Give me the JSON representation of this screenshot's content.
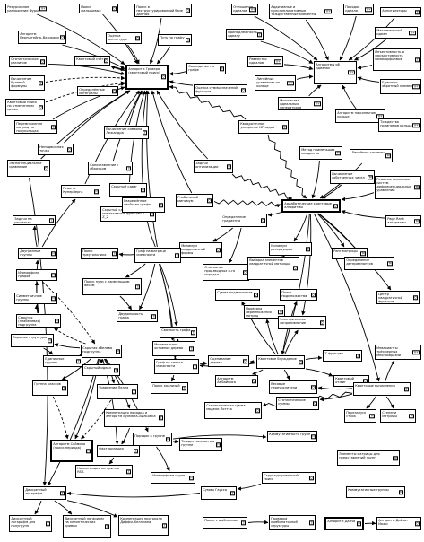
{
  "nodes": [
    {
      "id": "fourier",
      "label": "Рекурсивное разложение Фурье",
      "tag": "A+"
    },
    {
      "id": "fake_coins",
      "label": "Поиск фальшивых монет",
      "tag": "Q"
    },
    {
      "id": "unstructured",
      "label": "Поиск в неструктурированной базе данных",
      "tag": "Q"
    },
    {
      "id": "ideal_rel",
      "label": "Отношения идеалов",
      "tag": "A+"
    },
    {
      "id": "additive",
      "label": "Аддитивные и мультипликативные тождественные элементы",
      "tag": "A+"
    },
    {
      "id": "ideal_order",
      "label": "Порядок идеала",
      "tag": "A+"
    },
    {
      "id": "annihilators",
      "label": "Аннигиляторы",
      "tag": "Z"
    },
    {
      "id": "bernstein",
      "label": "Алгоритм Бернштейна–Вазирани",
      "tag": "Q"
    },
    {
      "id": "amplitude",
      "label": "Оценка амплитуды",
      "tag": "Q"
    },
    {
      "id": "graph_path",
      "label": "Путь по графу",
      "tag": "S"
    },
    {
      "id": "ideal_member",
      "label": "Принадлежность идеалу",
      "tag": "Z"
    },
    {
      "id": "max_ideal",
      "label": "Максимальный идеал",
      "tag": "A+"
    },
    {
      "id": "stat_diff",
      "label": "Статистическое различие",
      "tag": "Q"
    },
    {
      "id": "qcount",
      "label": "Квантовый счёт",
      "tag": "Q"
    },
    {
      "id": "grover",
      "label": "Алгоритм Гровера (квантовый поиск)",
      "tag": "Q"
    },
    {
      "id": "graph_match",
      "label": "Совпадение на графе",
      "tag": "S"
    },
    {
      "id": "ideal_algos",
      "label": "Алгоритмы об идеалах",
      "tag": "A+"
    },
    {
      "id": "ideal_equality",
      "label": "Равенство идеалов",
      "tag": "A+"
    },
    {
      "id": "injectivity",
      "label": "Инъективность и сюръективность гомоморфизмов",
      "tag": "Z"
    },
    {
      "id": "bool_formula",
      "label": "Вычисление булевой формулы",
      "tag": "Q"
    },
    {
      "id": "def_integrals",
      "label": "Определённые интегралы",
      "tag": "Q"
    },
    {
      "id": "amp_sum",
      "label": "Оценка суммы значений функции",
      "tag": "Q"
    },
    {
      "id": "linear_eq",
      "label": "Линейные уравнения на кольце",
      "tag": "A+"
    },
    {
      "id": "inverse_elem",
      "label": "Единицы: обратный элемент",
      "tag": "A+"
    },
    {
      "id": "quantum_walk_search",
      "label": "Квантовый поиск по отмеченным целям",
      "tag": "Q"
    },
    {
      "id": "gen_set",
      "label": "Множества идеальных генераторов",
      "tag": "A+"
    },
    {
      "id": "finite_ring",
      "label": "Алгоритм на конечном кольце",
      "tag": "A+"
    },
    {
      "id": "matrix_mult",
      "label": "Перемножение матриц на полукольцах",
      "tag": "S"
    },
    {
      "id": "quad_np",
      "label": "Квадратичное ускорение NP задач",
      "tag": "Q"
    },
    {
      "id": "legendre",
      "label": "Вычисление символа Лежандра",
      "tag": "Z"
    },
    {
      "id": "poly_identity",
      "label": "Тождество полиномов кольца",
      "tag": "A+"
    },
    {
      "id": "fixed_point",
      "label": "Неподвижная точка",
      "tag": "Q"
    },
    {
      "id": "least_squares",
      "label": "Метод наименьших квадратов",
      "tag": "M"
    },
    {
      "id": "linear_systems",
      "label": "Линейные системы",
      "tag": "M"
    },
    {
      "id": "exp_compare",
      "label": "Экспоненциальное сравнение",
      "tag": "Q"
    },
    {
      "id": "pattern_match",
      "label": "Сопоставление с образцом",
      "tag": "S"
    },
    {
      "id": "opt_tasks",
      "label": "Задачи оптимизации",
      "tag": "Q"
    },
    {
      "id": "eigen",
      "label": "Вычисление собственных чисел",
      "tag": "M"
    },
    {
      "id": "kuperberg",
      "label": "Решето Куперберга",
      "tag": "H"
    },
    {
      "id": "hidden_shift",
      "label": "Скрытый сдвиг",
      "tag": "H"
    },
    {
      "id": "ode",
      "label": "Решение линейных систем дифференциальных уравнений",
      "tag": "M"
    },
    {
      "id": "lattice",
      "label": "Задачи на решётках",
      "tag": "L"
    },
    {
      "id": "hidden_shift_func",
      "label": "Скрытый сдвиг для инъективных функций в Z_2",
      "tag": "H"
    },
    {
      "id": "graph_sep",
      "label": "Разрежённое свойство графа",
      "tag": "S"
    },
    {
      "id": "global_min",
      "label": "Глобальный минимум",
      "tag": "Q"
    },
    {
      "id": "adiabatic",
      "label": "Адиабатические квантовые алгоритмы",
      "tag": "Q"
    },
    {
      "id": "pagerank",
      "label": "Page Rank алгоритмы",
      "tag": "M"
    },
    {
      "id": "dihedral",
      "label": "Двугранные группы",
      "tag": "H"
    },
    {
      "id": "grad_def",
      "label": "Определение градиента",
      "tag": "Q"
    },
    {
      "id": "rank_matrix",
      "label": "Ранг матрицы",
      "tag": "M"
    },
    {
      "id": "min_quad",
      "label": "Минимум квадратичной формы",
      "tag": "Q"
    },
    {
      "id": "min_res",
      "label": "Минимум резервуаров",
      "tag": "Q"
    },
    {
      "id": "det",
      "label": "Определение детерминантов",
      "tag": "M"
    },
    {
      "id": "graph_isomorph",
      "label": "Изоморфизм графов",
      "tag": "H"
    },
    {
      "id": "triangle",
      "label": "Поиск треугольника",
      "tag": "S"
    },
    {
      "id": "graph_adj_matrix",
      "label": "Граф на матрице смежности",
      "tag": "S"
    },
    {
      "id": "nonsmooth",
      "label": "Отыскание производных n-го порядка",
      "tag": "Q"
    },
    {
      "id": "elem_select",
      "label": "Выборка элементов квадратичной матрицы",
      "tag": "Q"
    },
    {
      "id": "shortest_path",
      "label": "Поиск пути с наименьшим весом",
      "tag": "S"
    },
    {
      "id": "sym_groups",
      "label": "Симметричные группы",
      "tag": "H"
    },
    {
      "id": "sum_subsets",
      "label": "Сумма подмножеств",
      "tag": "Q"
    },
    {
      "id": "subset_search",
      "label": "Поиск подмножества",
      "tag": "Q"
    },
    {
      "id": "hidden_subgroup_nonab",
      "label": "Скрытая (неабелевая) подгруппа",
      "tag": "H"
    },
    {
      "id": "matrix_mult_check",
      "label": "Проверка перемножения матриц",
      "tag": "M"
    },
    {
      "id": "center_func",
      "label": "Центр квадратичной функции",
      "tag": "Q"
    },
    {
      "id": "graph_bip",
      "label": "Двудольность графа",
      "tag": "S"
    },
    {
      "id": "hidden_structures",
      "label": "Скрытые структуры",
      "tag": "H"
    },
    {
      "id": "elec_resistance",
      "label": "Электрическое сопротивление",
      "tag": "Q"
    },
    {
      "id": "conn_graph",
      "label": "Связность графа",
      "tag": "S"
    },
    {
      "id": "min_span",
      "label": "Минимальное остовное дерево",
      "tag": "S"
    },
    {
      "id": "hidden_abelian",
      "label": "Скрытая абелева подгруппа",
      "tag": "H"
    },
    {
      "id": "z_func",
      "label": "Z-функции",
      "tag": "Z"
    },
    {
      "id": "qwalk",
      "label": "Квантовое блуждание",
      "tag": "Q"
    },
    {
      "id": "invariants",
      "label": "Инварианты трёхмерных многообразий",
      "tag": "A+"
    },
    {
      "id": "unit_group",
      "label": "Единичные группы",
      "tag": "Z"
    },
    {
      "id": "hidden_ideal",
      "label": "Скрытый идеал",
      "tag": "Z"
    },
    {
      "id": "graph_list",
      "label": "Граф на списке смежности",
      "tag": "S"
    },
    {
      "id": "eval_tree",
      "label": "Оценивание дерева",
      "tag": "Q"
    },
    {
      "id": "ambainis",
      "label": "Алгоритм Амбайниса",
      "tag": "Q"
    },
    {
      "id": "ether",
      "label": "Квантовый отжиг",
      "tag": "Q"
    },
    {
      "id": "sum_estimate",
      "label": "Весовые перечислители",
      "tag": "Q"
    },
    {
      "id": "qcomp",
      "label": "Квантовые вычисления",
      "tag": "Q"
    },
    {
      "id": "group_classes",
      "label": "Группа классов",
      "tag": "Z"
    },
    {
      "id": "pell",
      "label": "Уравнение Пелля",
      "tag": "Z"
    },
    {
      "id": "collision",
      "label": "Поиск коллизий",
      "tag": "S"
    },
    {
      "id": "stat_sum",
      "label": "Статистическая сумма модели Поттса",
      "tag": "Q"
    },
    {
      "id": "multi_sum",
      "label": "Статистические суммы",
      "tag": "Q"
    },
    {
      "id": "matrix_perm",
      "label": "Перезапуск строк",
      "tag": "M"
    },
    {
      "id": "matrix_power",
      "label": "Степени матрицы",
      "tag": "M"
    },
    {
      "id": "buhman",
      "label": "Компенсация порядка и алгоритм Бухмана–Вильямса",
      "tag": "Z"
    },
    {
      "id": "group_order",
      "label": "Порядок в группе",
      "tag": "H"
    },
    {
      "id": "commutative_group",
      "label": "Коммутативность групп",
      "tag": "H"
    },
    {
      "id": "shor_grp",
      "label": "Алгоритм Саймона (поиск периода)",
      "tag": "H"
    },
    {
      "id": "factorization",
      "label": "Факторизация",
      "tag": "Z"
    },
    {
      "id": "group_equality",
      "label": "Тождественность в группе",
      "tag": "H"
    },
    {
      "id": "group_elem",
      "label": "Элементы матрицы для представлений групп",
      "tag": "M"
    },
    {
      "id": "rsa",
      "label": "Компенсация алгоритма RSA",
      "tag": "Z"
    },
    {
      "id": "isomorph_groups",
      "label": "Изоморфизм групп",
      "tag": "H"
    },
    {
      "id": "struct_search",
      "label": "Структурированный поиск",
      "tag": "Q"
    },
    {
      "id": "disc_log",
      "label": "Дискретный логарифм",
      "tag": "Z"
    },
    {
      "id": "gauss_sums",
      "label": "Суммы Гаусса",
      "tag": "Z"
    },
    {
      "id": "commutative_q",
      "label": "Коммутативные группы",
      "tag": "H"
    },
    {
      "id": "disc_log_semi",
      "label": "Дискретный логарифм для полугрупп",
      "tag": "Z"
    },
    {
      "id": "disc_log_elliptic",
      "label": "Дискретный логарифм на эллиптических кривых",
      "tag": "Z"
    },
    {
      "id": "diffie",
      "label": "Компенсация протокола Диффи–Хеллмана",
      "tag": "Z"
    },
    {
      "id": "pattern_search",
      "label": "Поиск с шаблонами",
      "tag": "S"
    },
    {
      "id": "combo_check",
      "label": "Проверка комбинаторной структуры",
      "tag": "S"
    },
    {
      "id": "dayha",
      "label": "Алгоритм Дайча",
      "tag": "Q"
    },
    {
      "id": "dayha_jozsa",
      "label": "Алгоритм Дайча–Йожи",
      "tag": "Q"
    }
  ]
}
